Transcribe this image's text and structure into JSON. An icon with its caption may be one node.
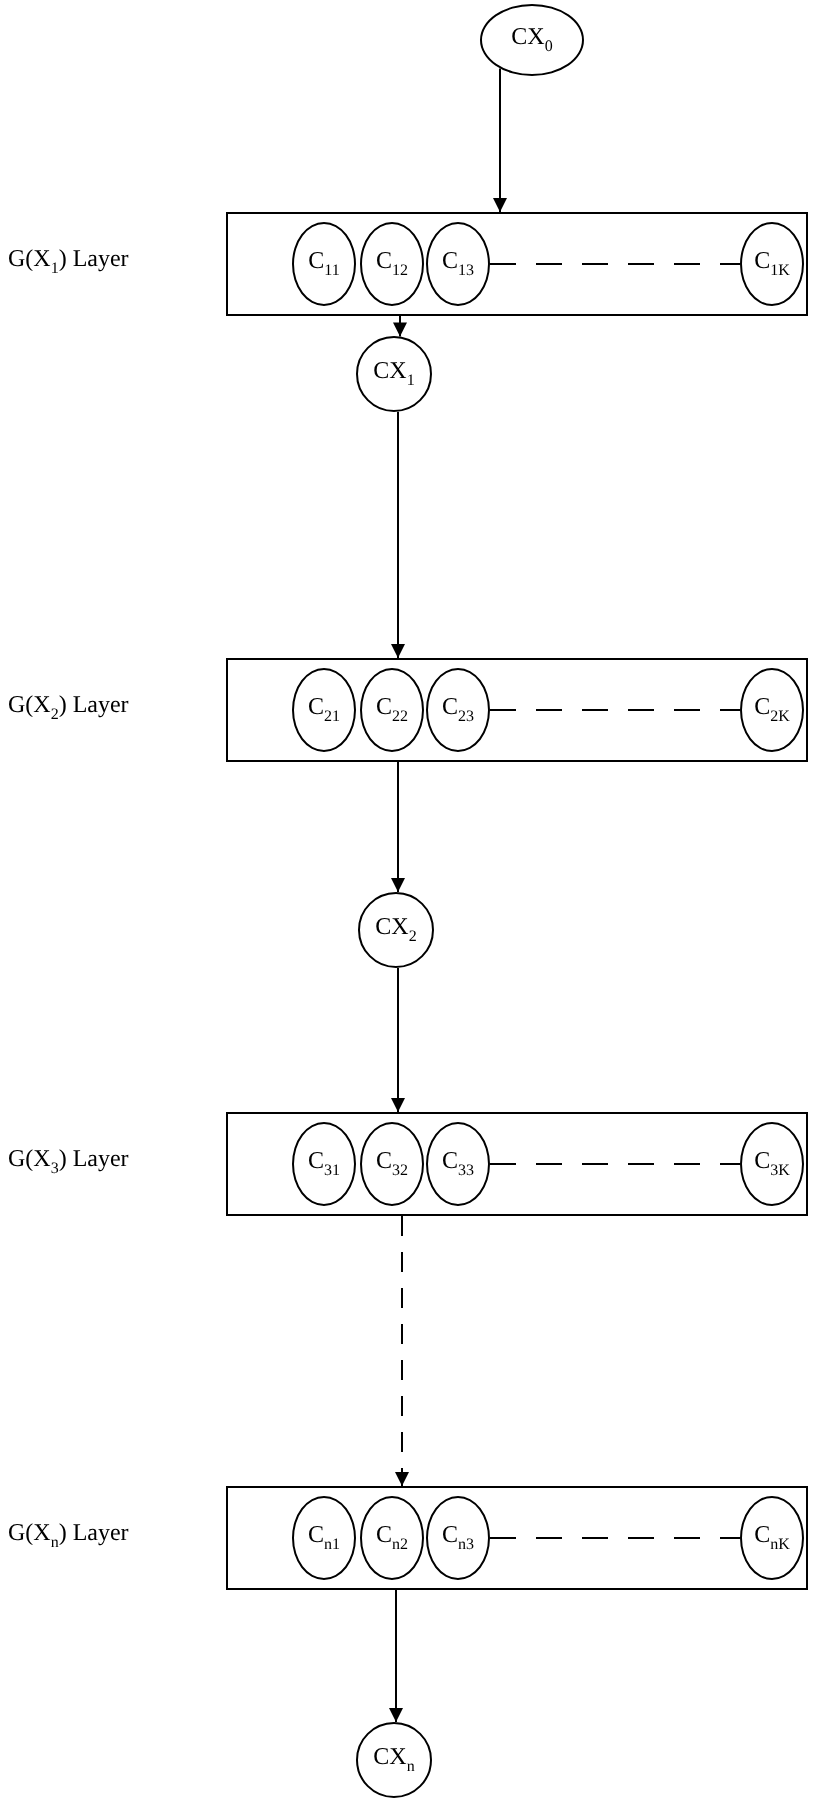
{
  "diagram": {
    "nodes": [
      {
        "text": [
          "CX$_{0}$"
        ]
      },
      {
        "text": [
          "G(X$_{1}$) Layer"
        ]
      },
      {
        "text": [
          "C$_{11}$"
        ],
        "in": 1
      },
      {
        "text": [
          "C$_{12}$"
        ],
        "in": 1
      },
      {
        "text": [
          "C$_{13}$"
        ],
        "in": 1
      },
      {
        "text": [
          "C$_{1K}$"
        ],
        "in": 1
      },
      {
        "text": [
          "CX$_{1}$"
        ]
      },
      {
        "text": [
          "G(X$_{2}$) Layer"
        ]
      },
      {
        "text": [
          "C$_{21}$"
        ],
        "in": 7
      },
      {
        "text": [
          "C$_{22}$"
        ],
        "in": 7
      },
      {
        "text": [
          "C$_{23}$"
        ],
        "in": 7
      },
      {
        "text": [
          "C$_{2K}$"
        ],
        "in": 7
      },
      {
        "text": [
          "CX$_{2}$"
        ]
      },
      {
        "text": [
          "G(X$_{3}$) Layer"
        ]
      },
      {
        "text": [
          "C$_{31}$"
        ],
        "in": 13
      },
      {
        "text": [
          "C$_{32}$"
        ],
        "in": 13
      },
      {
        "text": [
          "C$_{33}$"
        ],
        "in": 13
      },
      {
        "text": [
          "C$_{3K}$"
        ],
        "in": 13
      },
      {
        "text": [
          "G(X$_{n}$) Layer"
        ]
      },
      {
        "text": [
          "C$_{n1}$"
        ],
        "in": 18
      },
      {
        "text": [
          "C$_{n2}$"
        ],
        "in": 18
      },
      {
        "text": [
          "C$_{n3}$"
        ],
        "in": 18
      },
      {
        "text": [
          "C$_{nK}$"
        ],
        "in": 18
      },
      {
        "text": [
          "CX$_{n}$"
        ]
      }
    ],
    "edges": [
      {
        "from": 0,
        "to": 1,
        "arrow": "to"
      },
      {
        "from": 4,
        "to": 5,
        "arrow": "none",
        "style": "dashed"
      },
      {
        "from": 1,
        "to": 6,
        "arrow": "to"
      },
      {
        "from": 6,
        "to": 7,
        "arrow": "to"
      },
      {
        "from": 10,
        "to": 11,
        "arrow": "none",
        "style": "dashed"
      },
      {
        "from": 7,
        "to": 12,
        "arrow": "to"
      },
      {
        "from": 12,
        "to": 13,
        "arrow": "to"
      },
      {
        "from": 16,
        "to": 17,
        "arrow": "none",
        "style": "dashed"
      },
      {
        "from": 13,
        "to": 18,
        "arrow": "to",
        "style": "dashed"
      },
      {
        "from": 21,
        "to": 22,
        "arrow": "none",
        "style": "dashed"
      },
      {
        "from": 18,
        "to": 23,
        "arrow": "to"
      }
    ]
  }
}
